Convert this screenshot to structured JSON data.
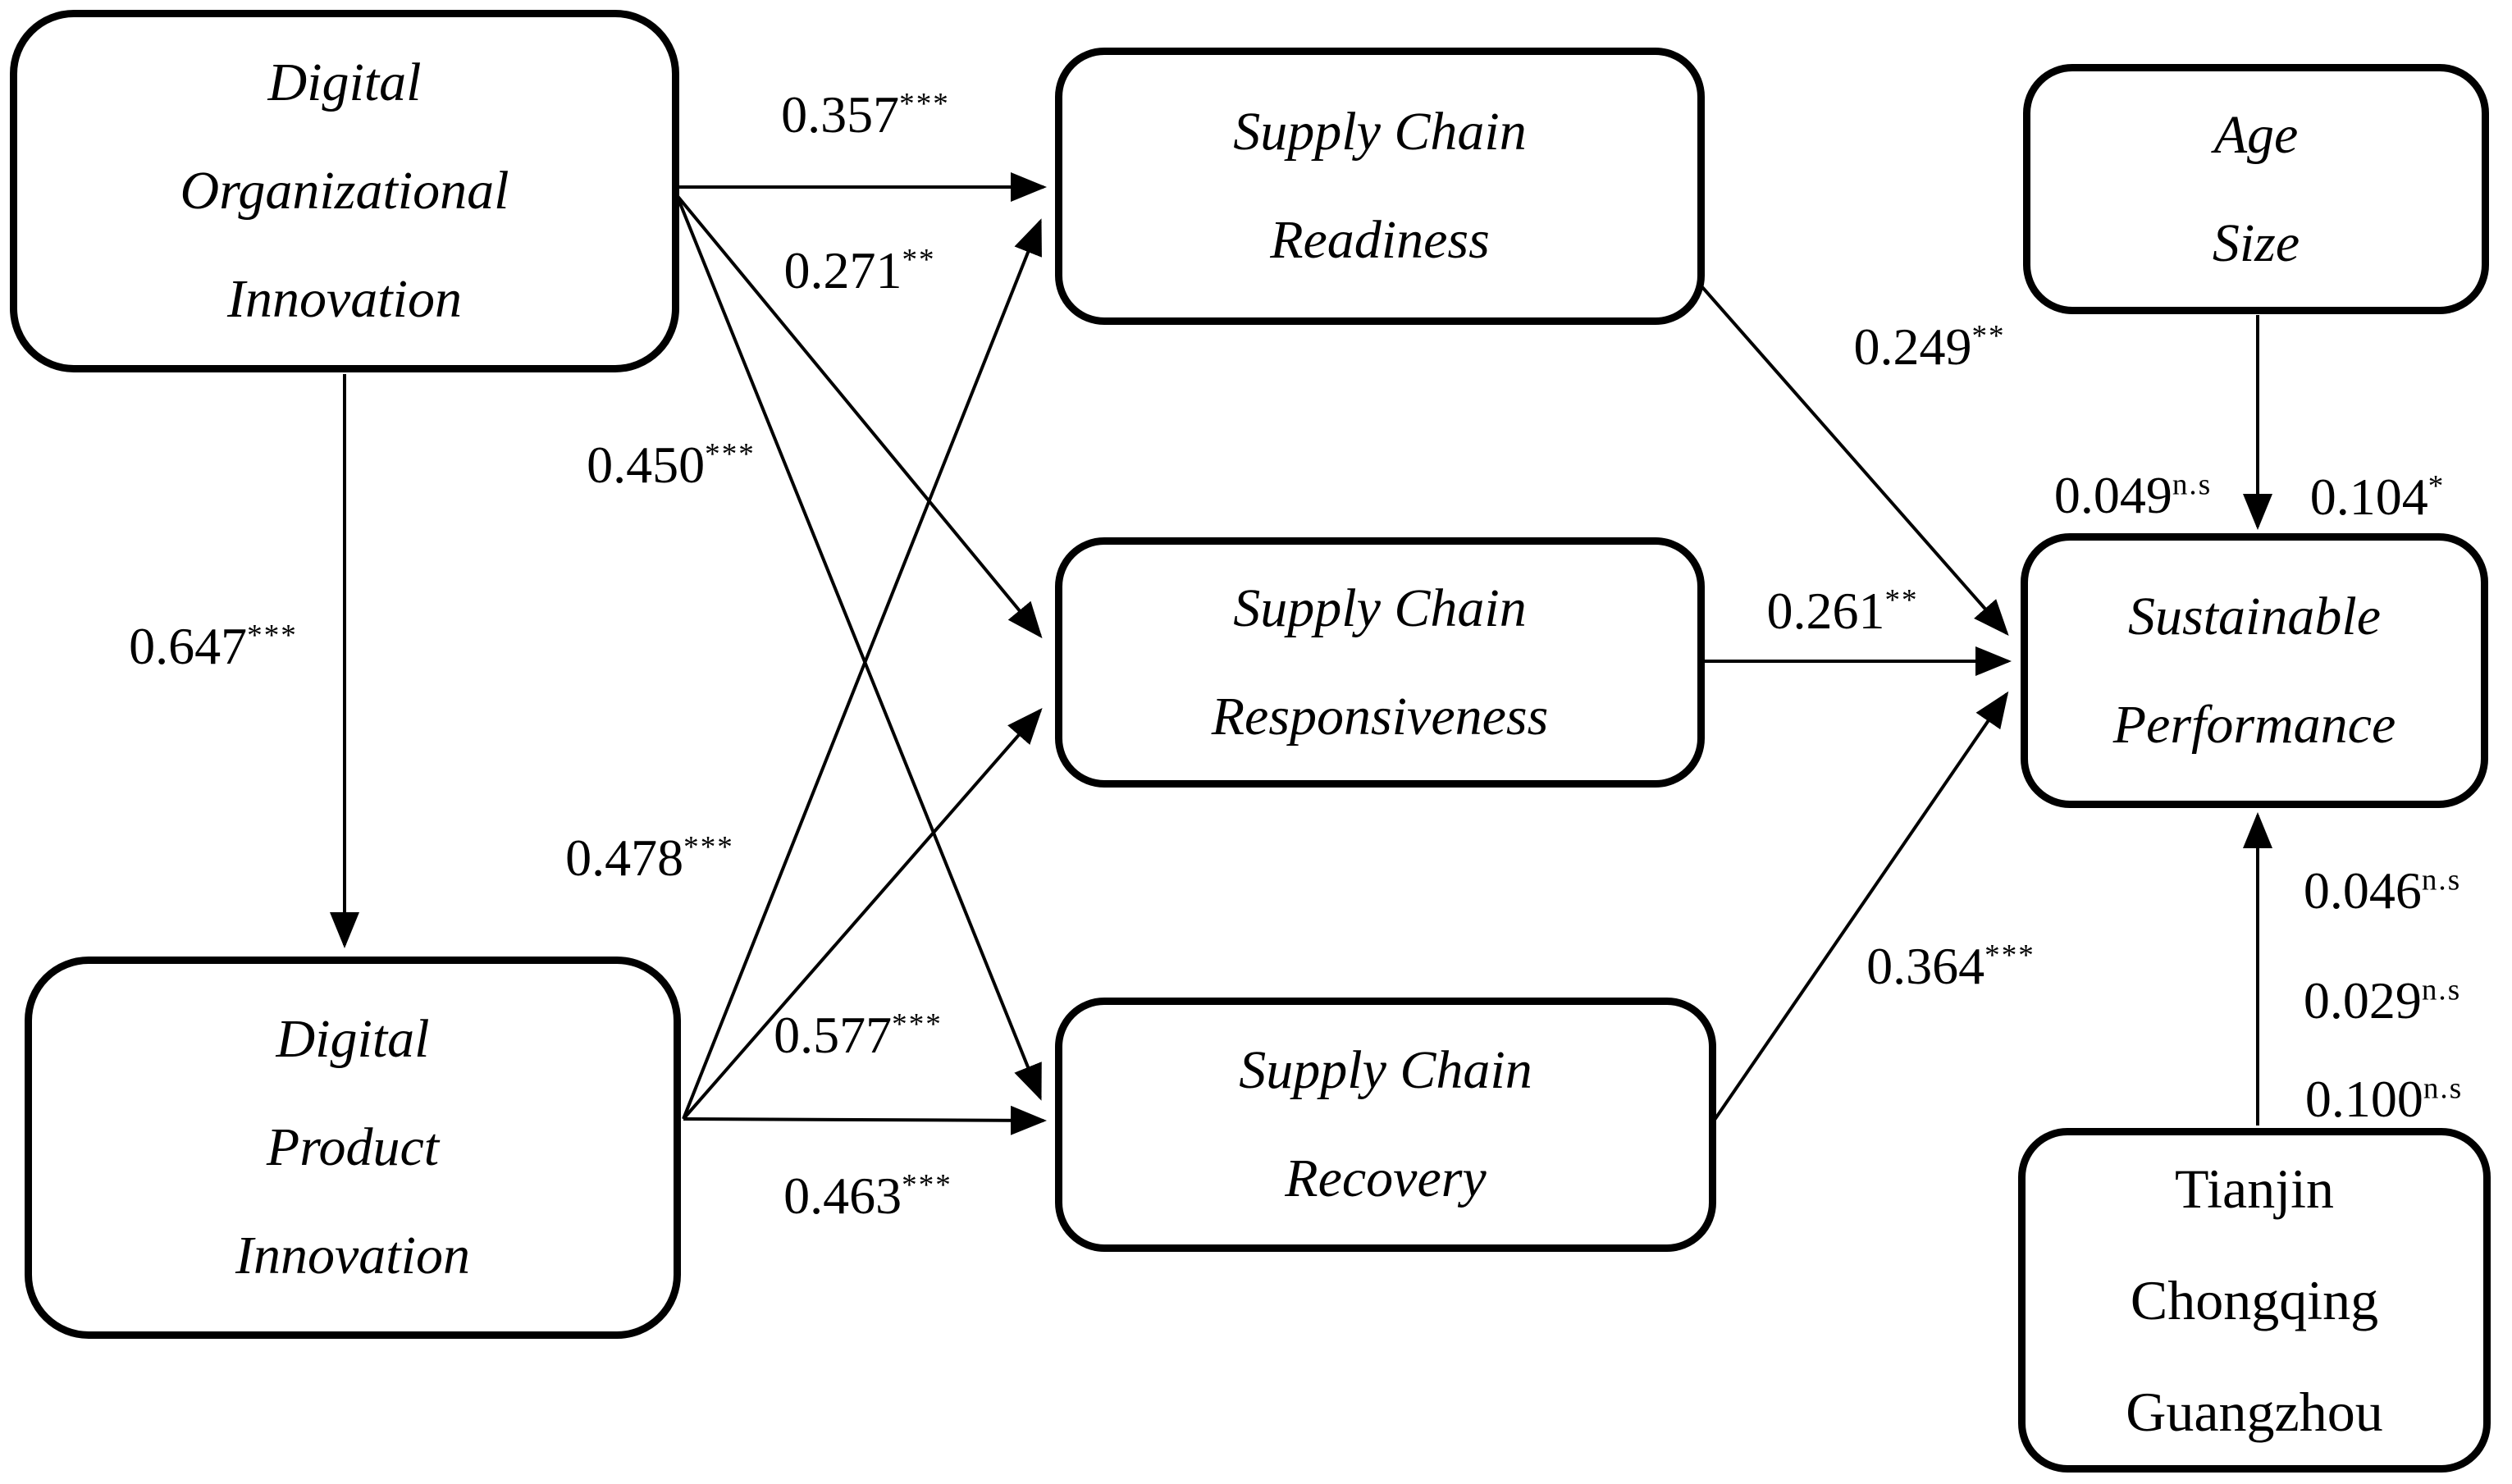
{
  "figure": {
    "type": "structural-path-diagram",
    "background_color": "#ffffff",
    "line_color": "#000000",
    "nodes": [
      {
        "id": "digital-organizational-innovation",
        "lines": [
          "Digital",
          "Organizational",
          "Innovation"
        ],
        "italic": true
      },
      {
        "id": "digital-product-innovation",
        "lines": [
          "Digital",
          "Product",
          "Innovation"
        ],
        "italic": true
      },
      {
        "id": "supply-chain-readiness",
        "lines": [
          "Supply Chain",
          "Readiness"
        ],
        "italic": true
      },
      {
        "id": "supply-chain-responsiveness",
        "lines": [
          "Supply Chain",
          "Responsiveness"
        ],
        "italic": true
      },
      {
        "id": "supply-chain-recovery",
        "lines": [
          "Supply Chain",
          "Recovery"
        ],
        "italic": true
      },
      {
        "id": "age-size",
        "lines": [
          "Age",
          "Size"
        ],
        "italic": true
      },
      {
        "id": "sustainable-performance",
        "lines": [
          "Sustainable",
          "Performance"
        ],
        "italic": true
      },
      {
        "id": "city-controls",
        "lines": [
          "Tianjin",
          "Chongqing",
          "Guangzhou"
        ],
        "italic": false
      }
    ],
    "paths": [
      {
        "from": "digital-organizational-innovation",
        "to": "digital-product-innovation",
        "coef": "0.647",
        "sig": "***"
      },
      {
        "from": "digital-organizational-innovation",
        "to": "supply-chain-readiness",
        "coef": "0.357",
        "sig": "***"
      },
      {
        "from": "digital-product-innovation",
        "to": "supply-chain-readiness",
        "coef": "0.271",
        "sig": "**"
      },
      {
        "from": "digital-organizational-innovation",
        "to": "supply-chain-responsiveness",
        "coef": "0.450",
        "sig": "***"
      },
      {
        "from": "digital-organizational-innovation",
        "to": "supply-chain-recovery",
        "coef": "0.478",
        "sig": "***"
      },
      {
        "from": "digital-product-innovation",
        "to": "supply-chain-responsiveness",
        "coef": "0.577",
        "sig": "***"
      },
      {
        "from": "digital-product-innovation",
        "to": "supply-chain-recovery",
        "coef": "0.463",
        "sig": "***"
      },
      {
        "from": "supply-chain-readiness",
        "to": "sustainable-performance",
        "coef": "0.249",
        "sig": "**"
      },
      {
        "from": "supply-chain-responsiveness",
        "to": "sustainable-performance",
        "coef": "0.261",
        "sig": "**"
      },
      {
        "from": "supply-chain-recovery",
        "to": "sustainable-performance",
        "coef": "0.364",
        "sig": "***"
      },
      {
        "from": "age-size",
        "to": "sustainable-performance",
        "coef": "0.049",
        "sig": "n.s"
      },
      {
        "from": "age-size",
        "to": "sustainable-performance",
        "coef": "0.104",
        "sig": "*"
      },
      {
        "from": "city-controls",
        "to": "sustainable-performance",
        "coef": "0.046",
        "sig": "n.s"
      },
      {
        "from": "city-controls",
        "to": "sustainable-performance",
        "coef": "0.029",
        "sig": "n.s"
      },
      {
        "from": "city-controls",
        "to": "sustainable-performance",
        "coef": "0.100",
        "sig": "n.s"
      }
    ]
  }
}
